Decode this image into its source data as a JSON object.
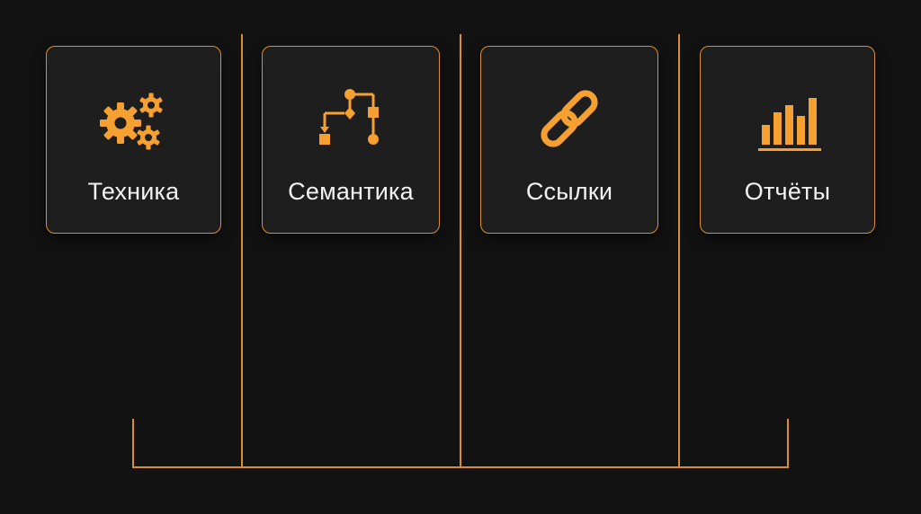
{
  "colors": {
    "background": "#121212",
    "card": "#1e1e1e",
    "accent": "#f5a030",
    "line": "#d9902c",
    "text": "#f2f2f2"
  },
  "cards": [
    {
      "id": "tech",
      "label": "Техника",
      "icon": "gears-icon"
    },
    {
      "id": "semantics",
      "label": "Семантика",
      "icon": "flowchart-icon"
    },
    {
      "id": "links",
      "label": "Ссылки",
      "icon": "chain-link-icon"
    },
    {
      "id": "reports",
      "label": "Отчёты",
      "icon": "bar-chart-icon"
    }
  ]
}
